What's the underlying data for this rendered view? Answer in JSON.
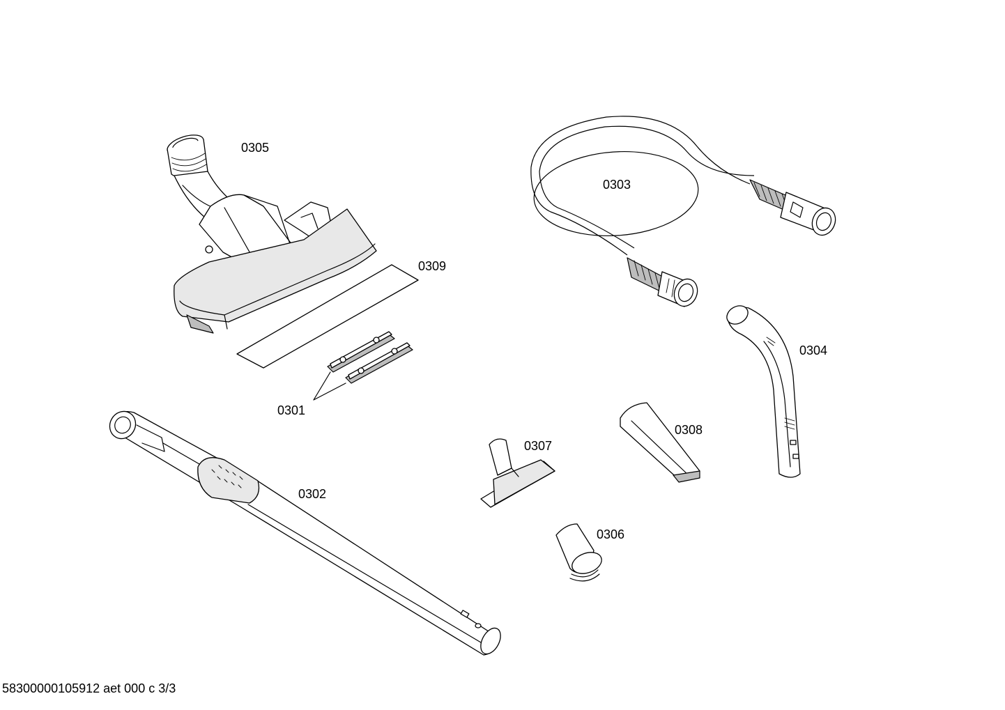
{
  "parts": [
    {
      "id": "0305",
      "label": "0305"
    },
    {
      "id": "0303",
      "label": "0303"
    },
    {
      "id": "0309",
      "label": "0309"
    },
    {
      "id": "0301",
      "label": "0301"
    },
    {
      "id": "0304",
      "label": "0304"
    },
    {
      "id": "0308",
      "label": "0308"
    },
    {
      "id": "0307",
      "label": "0307"
    },
    {
      "id": "0302",
      "label": "0302"
    },
    {
      "id": "0306",
      "label": "0306"
    }
  ],
  "footer": {
    "text": "58300000105912 aet 000 c 3/3"
  }
}
